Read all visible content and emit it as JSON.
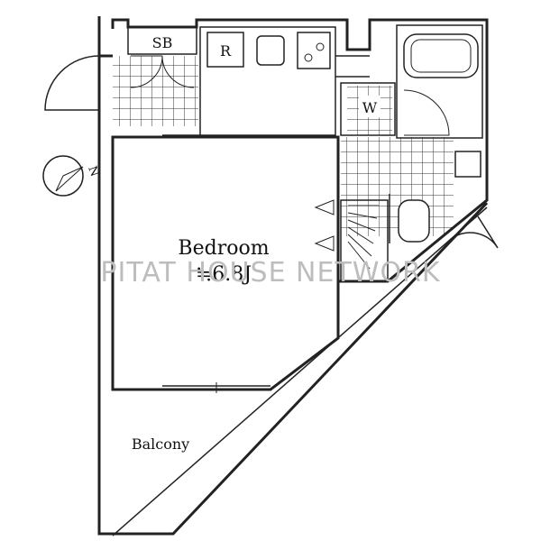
{
  "labels": {
    "sb": "SB",
    "refrigerator": "R",
    "washer": "W",
    "bedroom": "Bedroom",
    "bedroom_size": "≒6.8J",
    "balcony": "Balcony",
    "compass": "N"
  },
  "watermark": "PITAT HOUSE NETWORK",
  "colors": {
    "line": "#222222",
    "tile": "#333333",
    "watermark": "#bdbdbd"
  },
  "icons": {
    "compass": "north-arrow-icon",
    "door": "door-swing-icon"
  }
}
